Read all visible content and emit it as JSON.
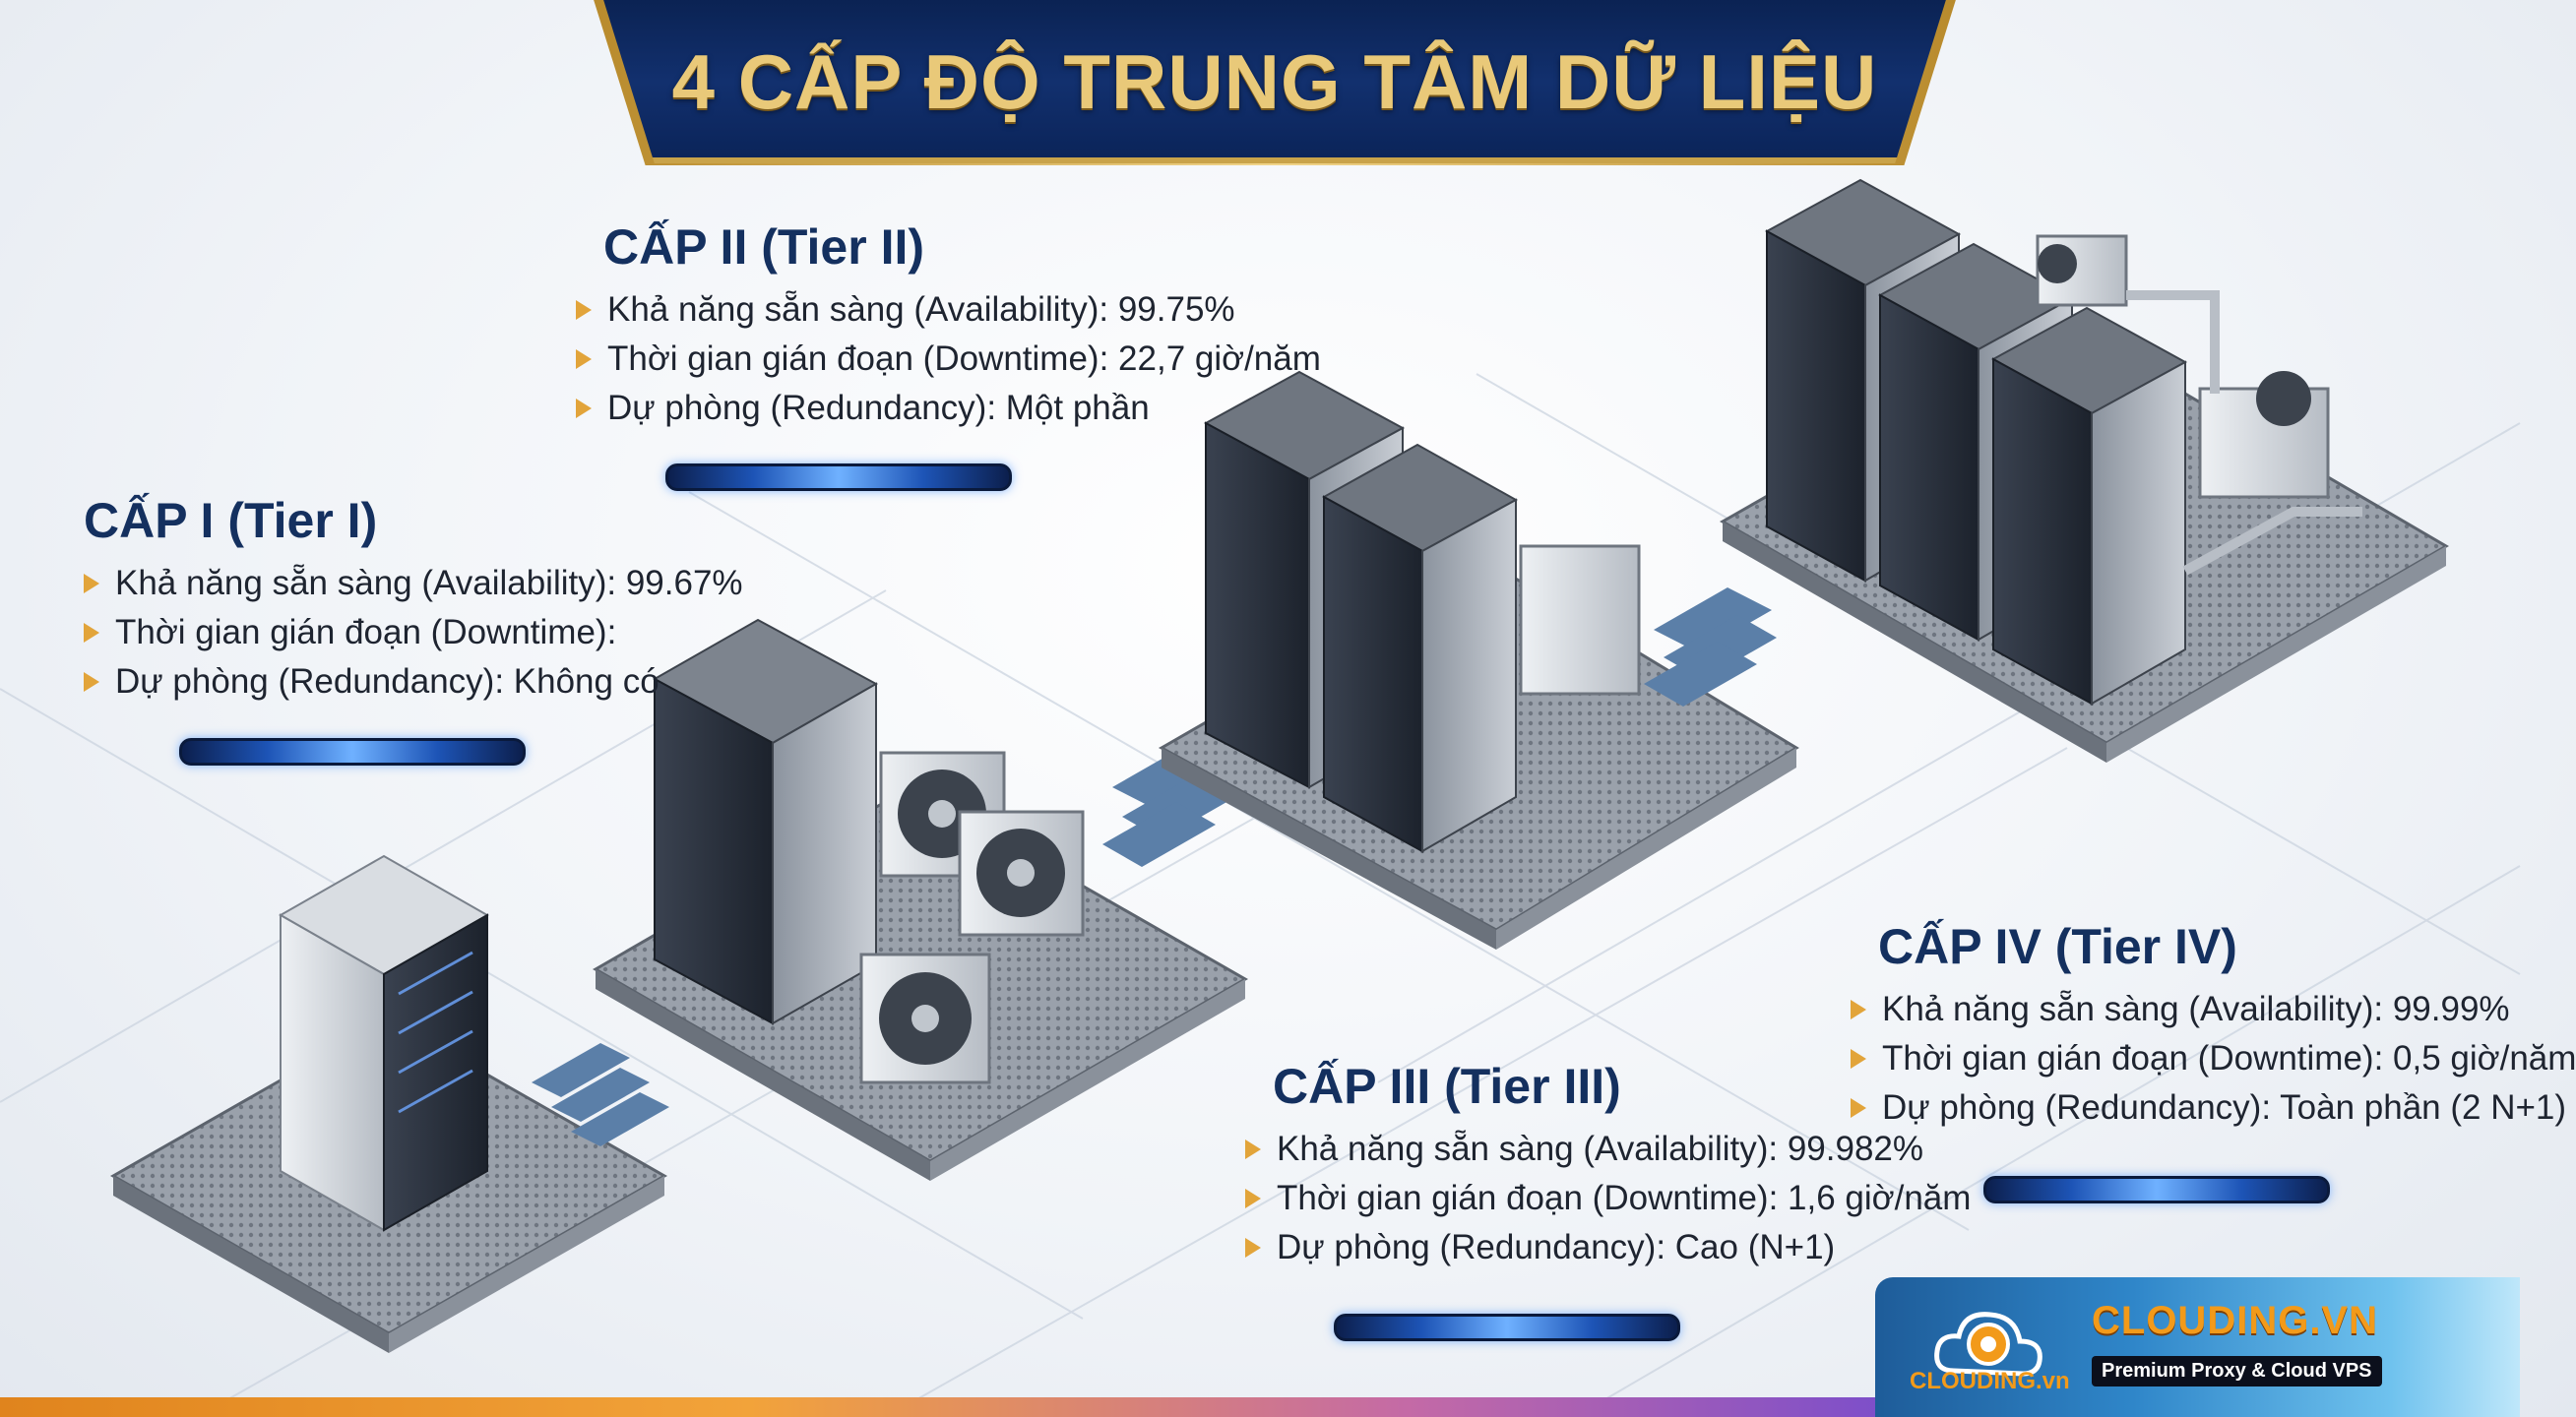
{
  "title": "4 CẤP ĐỘ TRUNG TÂM DỮ LIỆU",
  "colors": {
    "banner": "#0f2a63",
    "title_gold": "#e9c979",
    "heading": "#14305f",
    "bullet": "#e2a43a",
    "brand_orange": "#f29a1a"
  },
  "tiers": [
    {
      "heading": "CẤP I (Tier I)",
      "items": [
        "Khả năng sẵn sàng (Availability): 99.67%",
        "Thời gian gián đoạn (Downtime):",
        "Dự phòng (Redundancy): Không có"
      ]
    },
    {
      "heading": "CẤP II (Tier II)",
      "items": [
        "Khả năng sẵn sàng (Availability): 99.75%",
        "Thời gian gián đoạn (Downtime): 22,7 giờ/năm",
        "Dự phòng (Redundancy): Một phần"
      ]
    },
    {
      "heading": "CẤP III (Tier III)",
      "items": [
        "Khả năng sẵn sàng (Availability): 99.982%",
        "Thời gian gián đoạn (Downtime): 1,6 giờ/năm",
        "Dự phòng (Redundancy): Cao (N+1)"
      ]
    },
    {
      "heading": "CẤP IV (Tier IV)",
      "items": [
        "Khả năng sẵn sàng (Availability): 99.99%",
        "Thời gian gián đoạn (Downtime): 0,5 giờ/năm",
        "Dự phòng (Redundancy): Toàn phần (2 N+1)"
      ]
    }
  ],
  "logo": {
    "brand": "CLOUDING.VN",
    "tagline": "Premium Proxy & Cloud VPS",
    "mark_text": "CLOUDING.vn"
  }
}
